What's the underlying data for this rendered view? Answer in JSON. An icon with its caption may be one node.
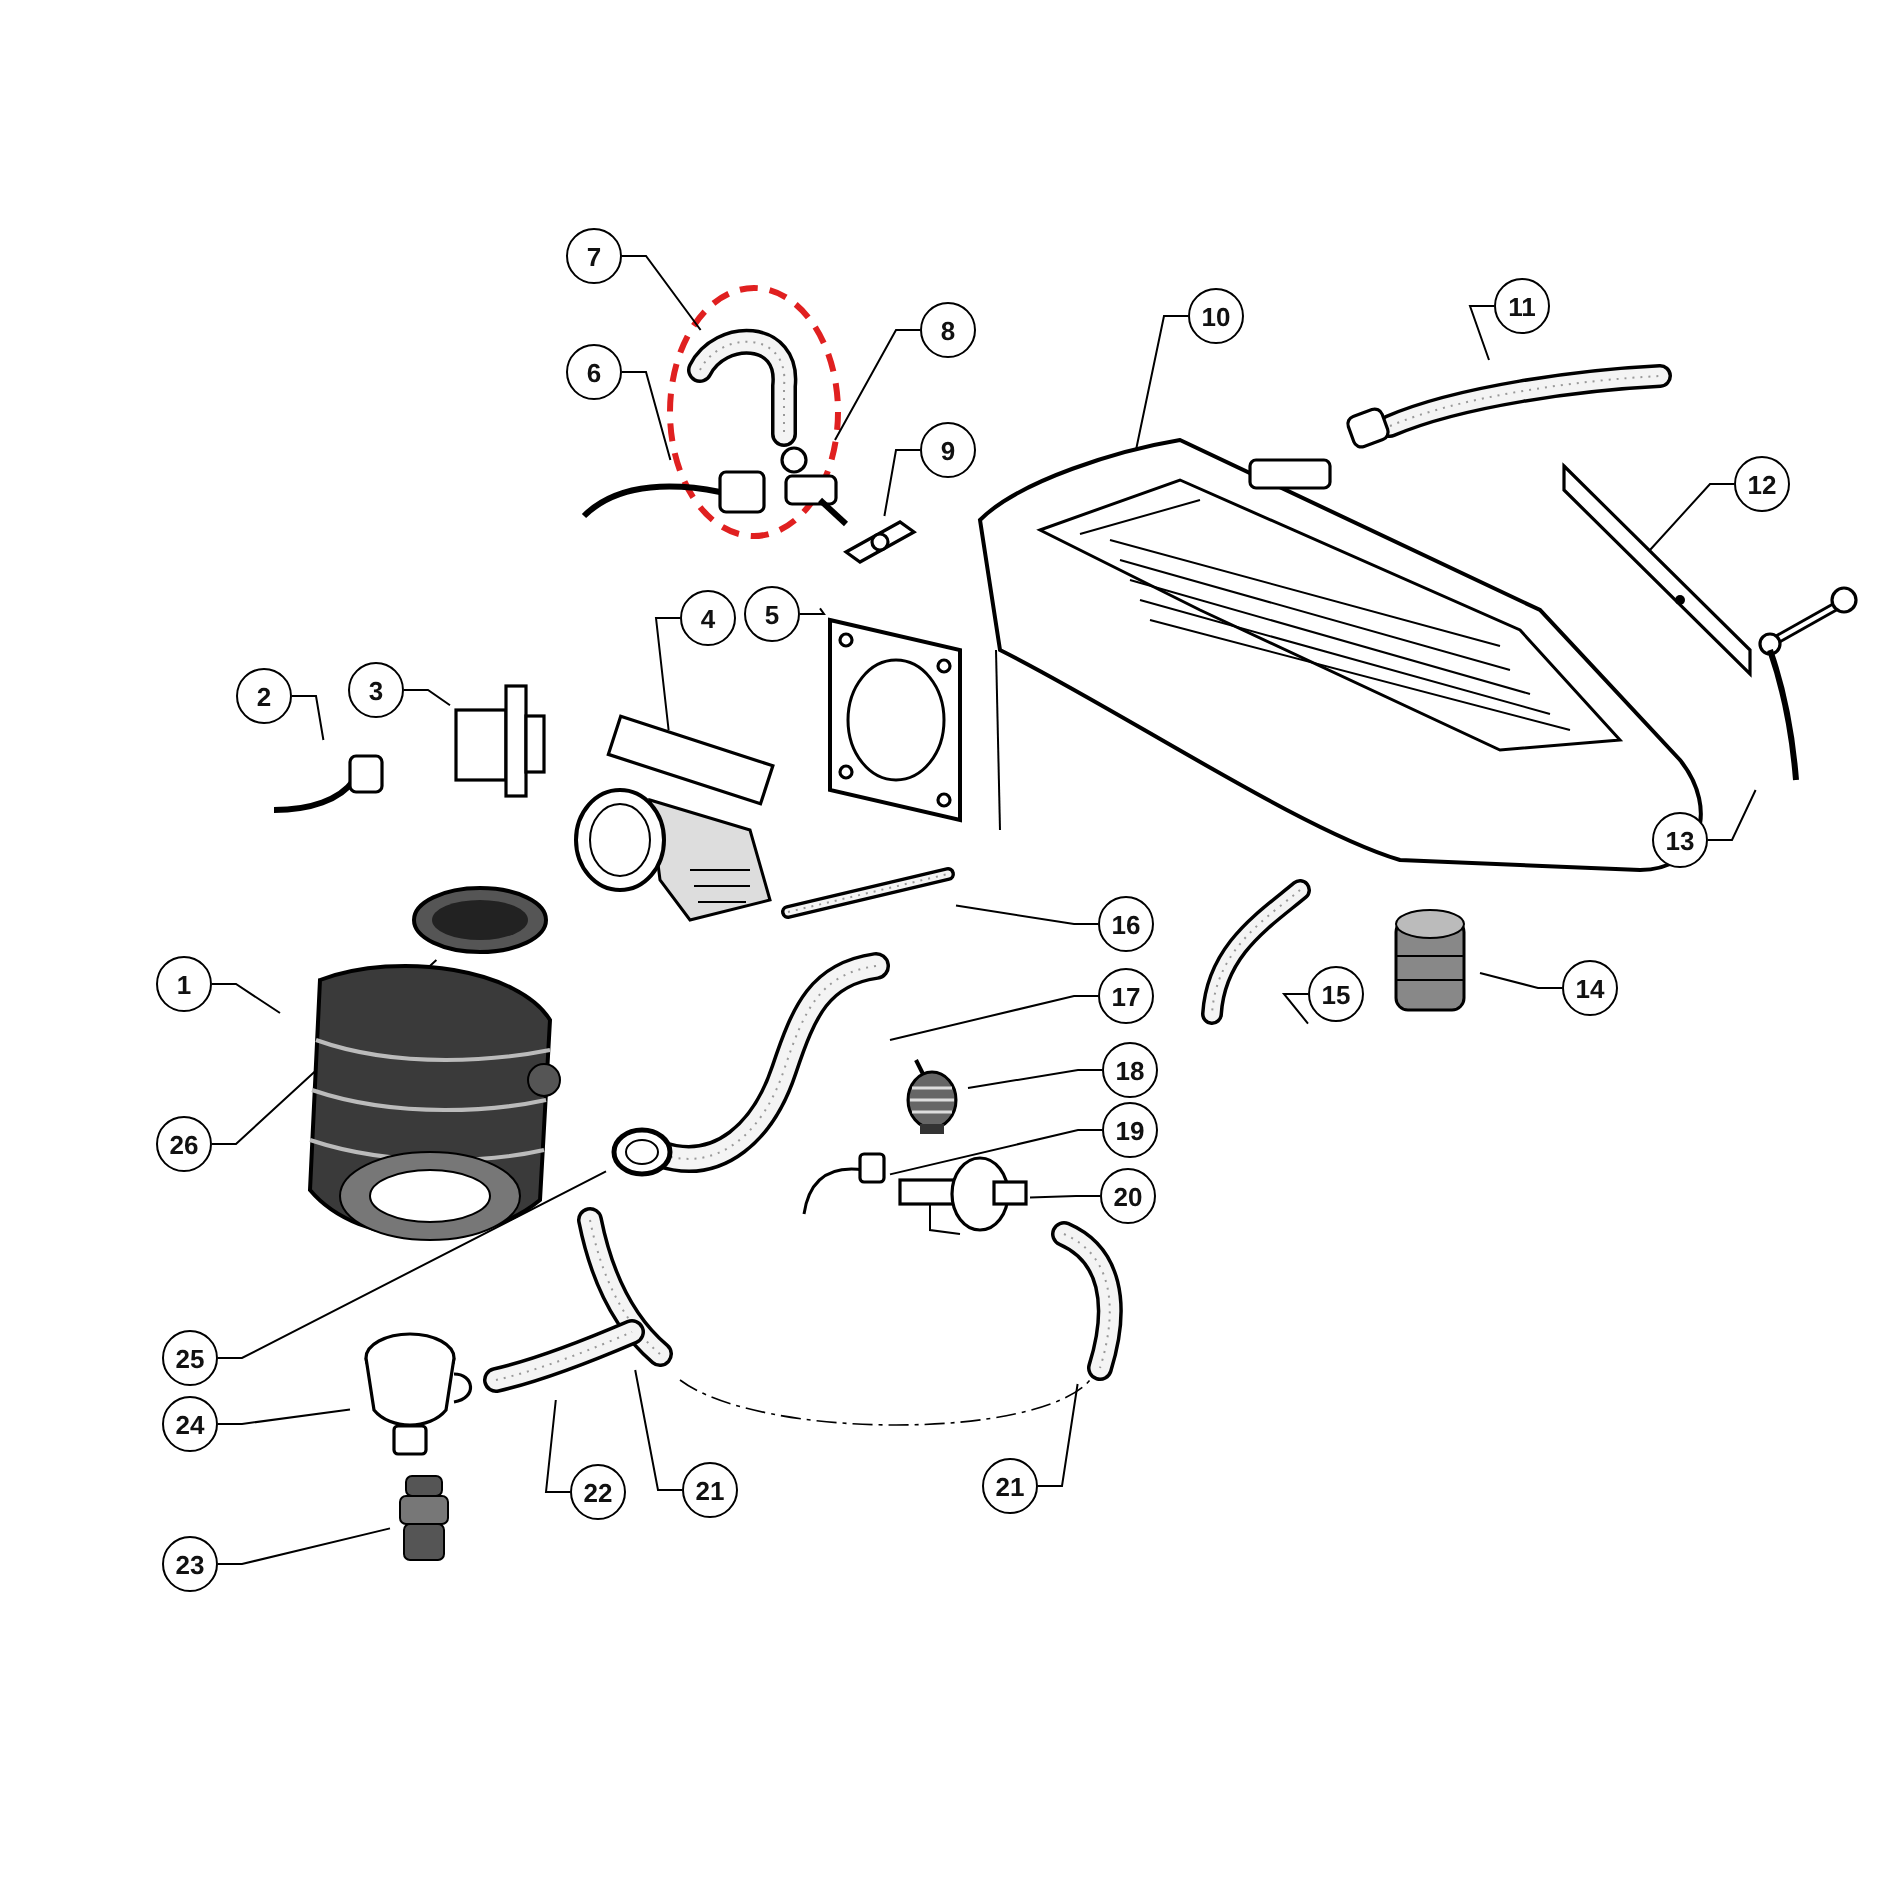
{
  "diagram": {
    "nodes": [
      {
        "text": [
          "1"
        ]
      },
      {
        "text": [
          "2"
        ]
      },
      {
        "text": [
          "3"
        ]
      },
      {
        "text": [
          "4"
        ]
      },
      {
        "text": [
          "5"
        ]
      },
      {
        "text": [
          "6"
        ]
      },
      {
        "text": [
          "7"
        ]
      },
      {
        "text": [
          "8"
        ]
      },
      {
        "text": [
          "9"
        ]
      },
      {
        "text": [
          "10"
        ]
      },
      {
        "text": [
          "11"
        ]
      },
      {
        "text": [
          "12"
        ]
      },
      {
        "text": [
          "13"
        ]
      },
      {
        "text": [
          "14"
        ]
      },
      {
        "text": [
          "15"
        ]
      },
      {
        "text": [
          "16"
        ]
      },
      {
        "text": [
          "17"
        ]
      },
      {
        "text": [
          "18"
        ]
      },
      {
        "text": [
          "19"
        ]
      },
      {
        "text": [
          "20"
        ]
      },
      {
        "text": [
          "21"
        ]
      },
      {
        "text": [
          "21"
        ]
      },
      {
        "text": [
          "22"
        ]
      },
      {
        "text": [
          "23"
        ]
      },
      {
        "text": [
          "24"
        ]
      },
      {
        "text": [
          "25"
        ]
      },
      {
        "text": [
          "26"
        ]
      },
      {
        "text": [],
        "shape": "picture"
      },
      {
        "text": [],
        "shape": "picture"
      },
      {
        "text": [],
        "shape": "picture"
      },
      {
        "text": [],
        "shape": "picture"
      },
      {
        "text": [],
        "shape": "picture"
      },
      {
        "text": [],
        "shape": "picture"
      },
      {
        "text": [],
        "shape": "picture"
      },
      {
        "text": [],
        "shape": "picture"
      },
      {
        "text": [],
        "shape": "picture"
      },
      {
        "text": [],
        "shape": "picture"
      },
      {
        "text": [],
        "shape": "picture"
      },
      {
        "text": [],
        "shape": "picture"
      },
      {
        "text": [],
        "shape": "picture"
      },
      {
        "text": [],
        "shape": "picture"
      },
      {
        "text": [],
        "shape": "picture"
      },
      {
        "text": [],
        "shape": "picture"
      },
      {
        "text": [],
        "shape": "picture"
      },
      {
        "text": [],
        "shape": "picture"
      },
      {
        "text": [],
        "shape": "picture"
      },
      {
        "text": [],
        "shape": "picture"
      },
      {
        "text": [],
        "shape": "picture"
      },
      {
        "text": [],
        "shape": "picture"
      },
      {
        "text": [],
        "shape": "picture"
      },
      {
        "text": [],
        "shape": "picture"
      },
      {
        "text": [],
        "shape": "picture"
      },
      {
        "text": [],
        "shape": "picture"
      },
      {
        "text": [],
        "shape": "picture"
      }
    ],
    "edges": [
      {
        "from": 0,
        "to": 27,
        "arrow": "none"
      },
      {
        "from": 1,
        "to": 28,
        "arrow": "none"
      },
      {
        "from": 2,
        "to": 29,
        "arrow": "none"
      },
      {
        "from": 3,
        "to": 30,
        "arrow": "none"
      },
      {
        "from": 4,
        "to": 31,
        "arrow": "none"
      },
      {
        "from": 5,
        "to": 32,
        "arrow": "none"
      },
      {
        "from": 6,
        "to": 33,
        "arrow": "none"
      },
      {
        "from": 7,
        "to": 34,
        "arrow": "none"
      },
      {
        "from": 8,
        "to": 35,
        "arrow": "none"
      },
      {
        "from": 9,
        "to": 36,
        "arrow": "none"
      },
      {
        "from": 10,
        "to": 37,
        "arrow": "none"
      },
      {
        "from": 11,
        "to": 38,
        "arrow": "none"
      },
      {
        "from": 12,
        "to": 39,
        "arrow": "none"
      },
      {
        "from": 13,
        "to": 40,
        "arrow": "none"
      },
      {
        "from": 14,
        "to": 41,
        "arrow": "none"
      },
      {
        "from": 15,
        "to": 42,
        "arrow": "none"
      },
      {
        "from": 16,
        "to": 43,
        "arrow": "none"
      },
      {
        "from": 17,
        "to": 44,
        "arrow": "none"
      },
      {
        "from": 18,
        "to": 45,
        "arrow": "none"
      },
      {
        "from": 19,
        "to": 46,
        "arrow": "none"
      },
      {
        "from": 20,
        "to": 47,
        "arrow": "none"
      },
      {
        "from": 21,
        "to": 48,
        "arrow": "none"
      },
      {
        "from": 22,
        "to": 49,
        "arrow": "none"
      },
      {
        "from": 23,
        "to": 50,
        "arrow": "none"
      },
      {
        "from": 24,
        "to": 51,
        "arrow": "none"
      },
      {
        "from": 25,
        "to": 52,
        "arrow": "none"
      },
      {
        "from": 26,
        "to": 53,
        "arrow": "none"
      }
    ]
  }
}
